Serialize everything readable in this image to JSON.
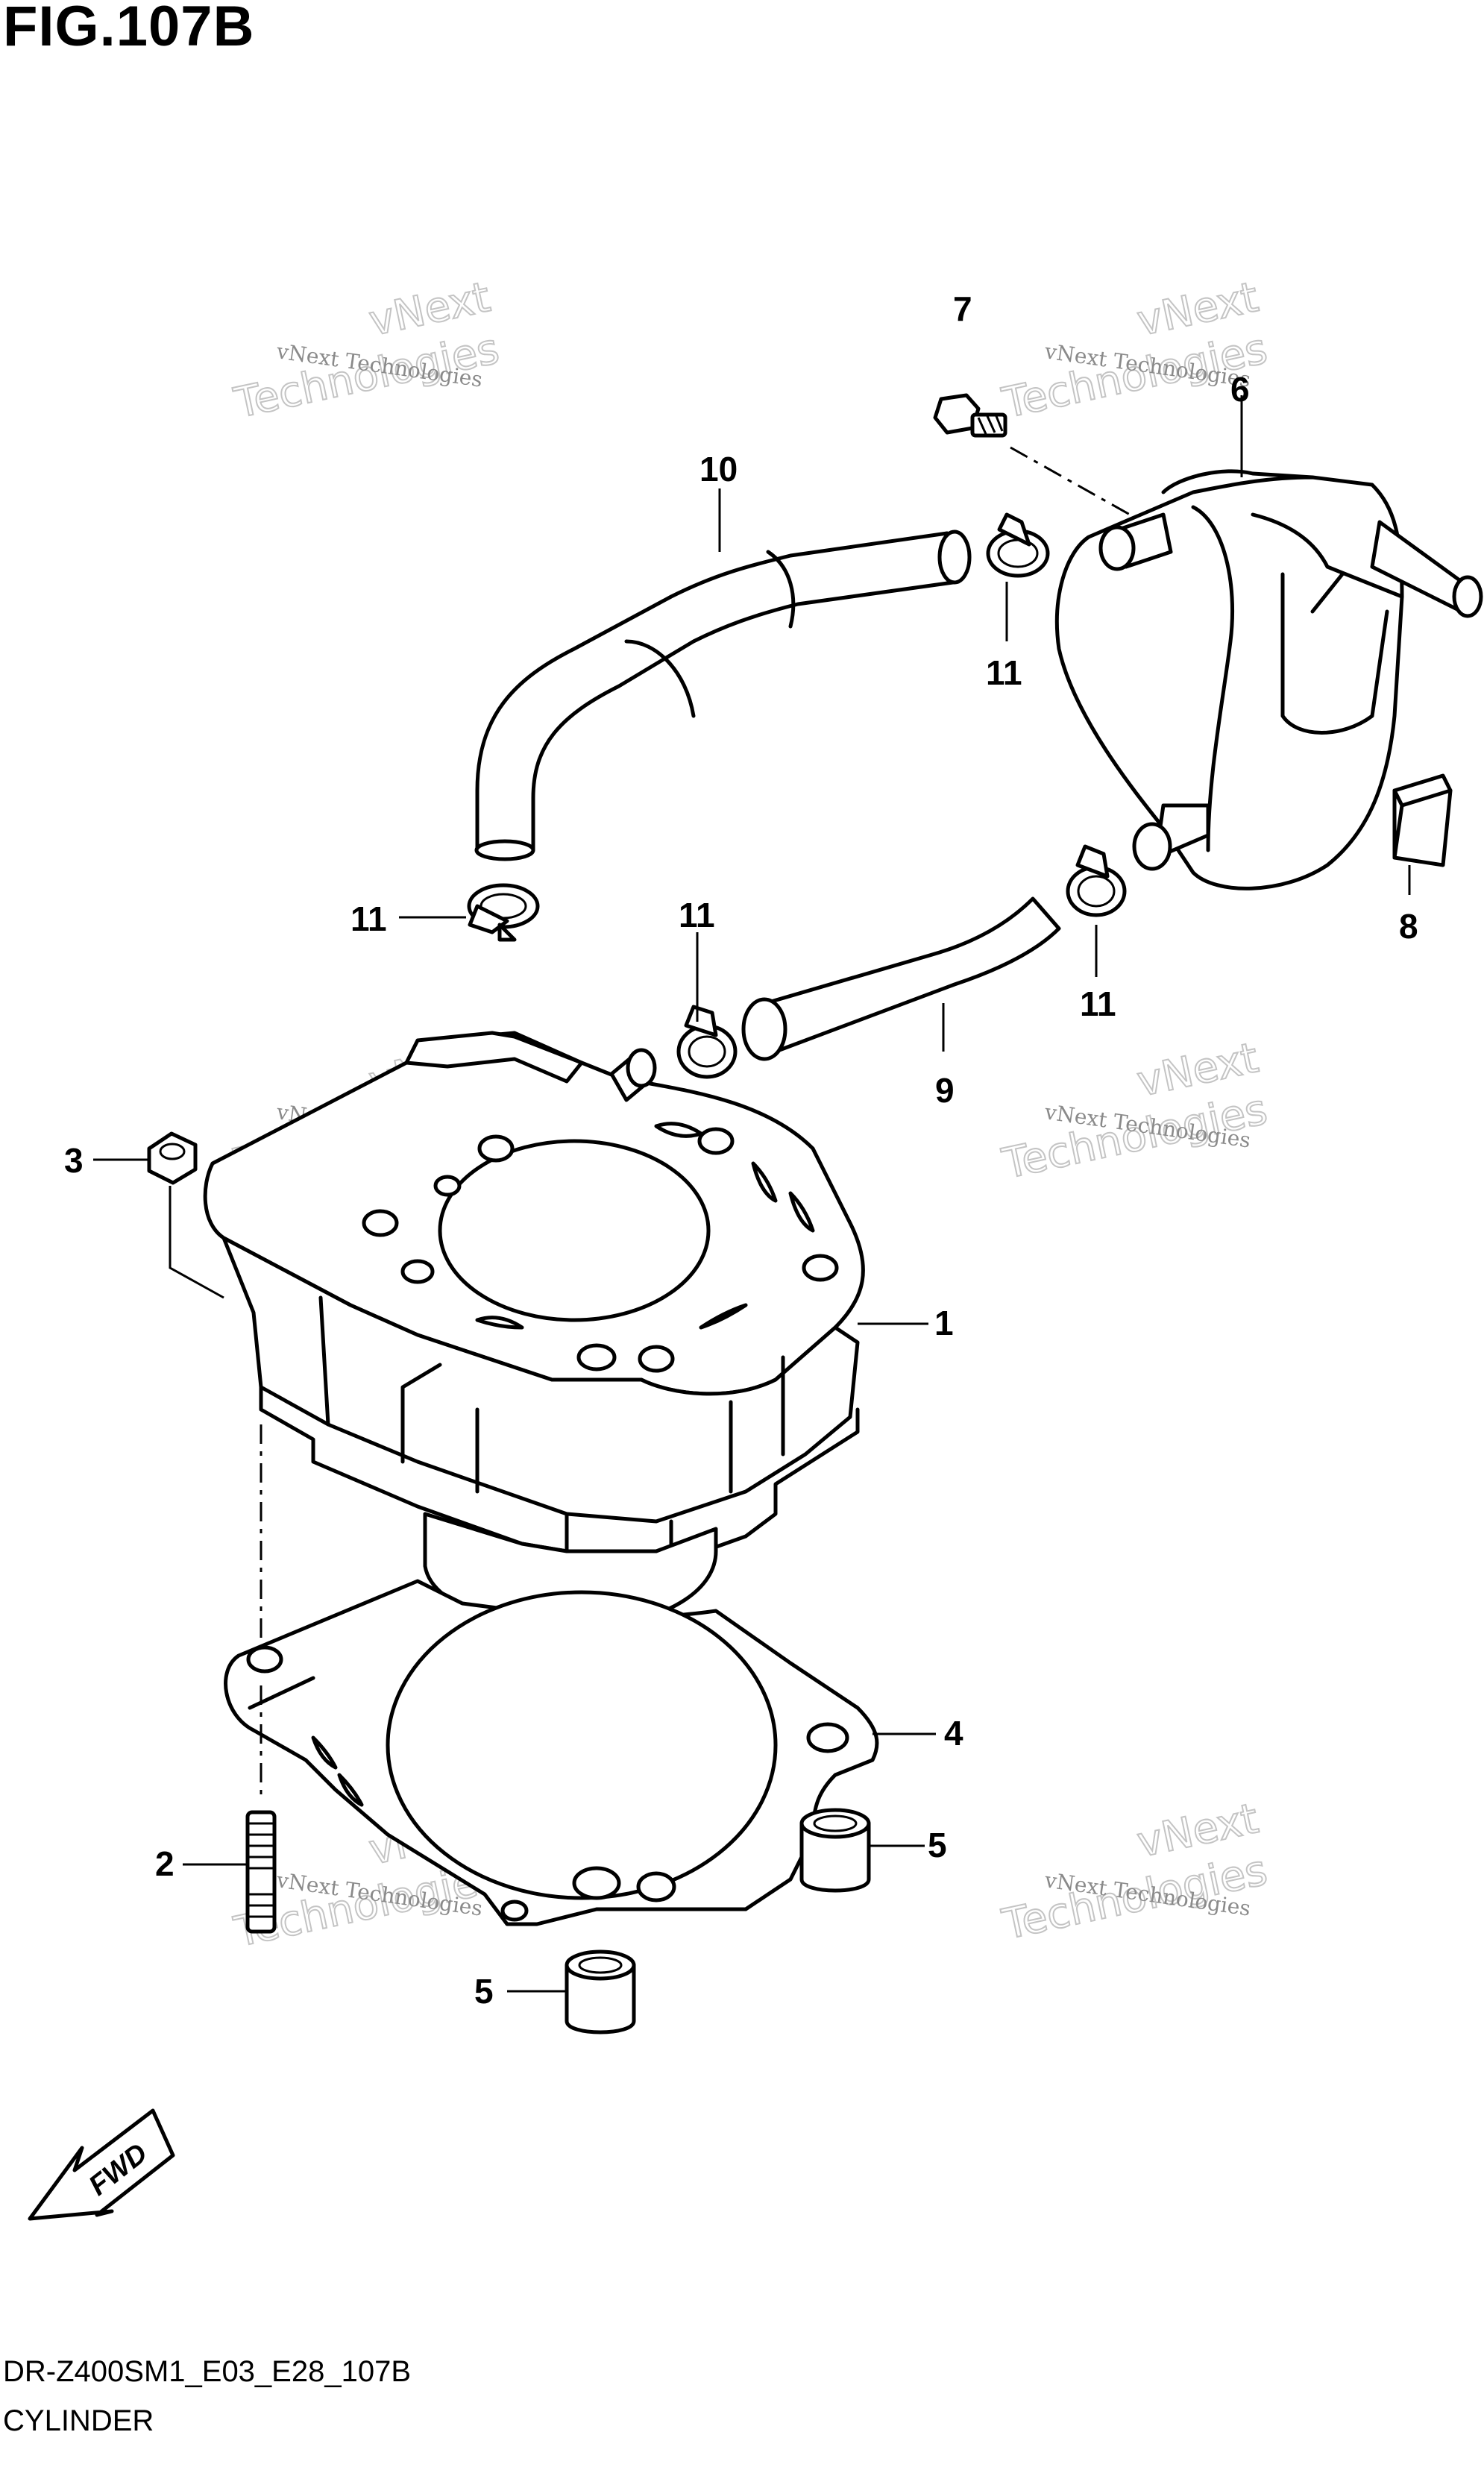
{
  "header": {
    "figure_title": "FIG.107B"
  },
  "footer": {
    "drawing_code": "DR-Z400SM1_E03_E28_107B",
    "group_name": "CYLINDER"
  },
  "watermark": {
    "line1": "vNext Technologies",
    "line2": "vNext",
    "line3": "Technologies"
  },
  "fwd_arrow": {
    "label": "FWD"
  },
  "callouts": [
    {
      "id": "c1",
      "label": "1"
    },
    {
      "id": "c2",
      "label": "2"
    },
    {
      "id": "c3",
      "label": "3"
    },
    {
      "id": "c4",
      "label": "4"
    },
    {
      "id": "c5a",
      "label": "5"
    },
    {
      "id": "c5b",
      "label": "5"
    },
    {
      "id": "c6",
      "label": "6"
    },
    {
      "id": "c7",
      "label": "7"
    },
    {
      "id": "c8",
      "label": "8"
    },
    {
      "id": "c9",
      "label": "9"
    },
    {
      "id": "c10",
      "label": "10"
    },
    {
      "id": "c11a",
      "label": "11"
    },
    {
      "id": "c11b",
      "label": "11"
    },
    {
      "id": "c11c",
      "label": "11"
    },
    {
      "id": "c11d",
      "label": "11"
    }
  ]
}
